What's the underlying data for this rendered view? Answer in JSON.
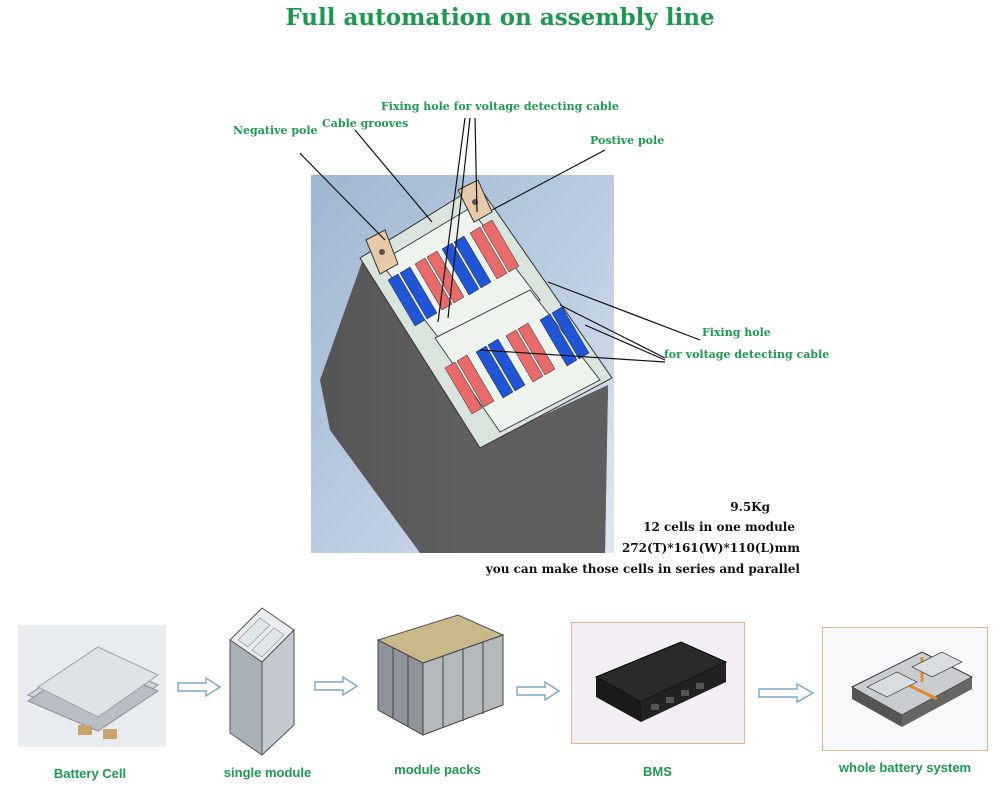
{
  "title": "Full automation on assembly line",
  "callouts": {
    "negative_pole": "Negative pole",
    "cable_grooves": "Cable grooves",
    "fixing_hole_top": "Fixing hole for voltage detecting cable",
    "positive_pole": "Postive pole",
    "fixing_hole_right_1": "Fixing hole",
    "fixing_hole_right_2": "for voltage detecting cable"
  },
  "specs": {
    "weight": "9.5Kg",
    "cells": "12 cells in one module",
    "dimensions": "272(T)*161(W)*110(L)mm",
    "note": "you can make those cells in series and parallel"
  },
  "steps": [
    {
      "label": "Battery Cell",
      "icon": "battery-cell-image"
    },
    {
      "label": "single module",
      "icon": "single-module-image"
    },
    {
      "label": "module packs",
      "icon": "module-pack-image"
    },
    {
      "label": "BMS",
      "icon": "bms-image"
    },
    {
      "label": "whole battery system",
      "icon": "battery-system-image"
    }
  ],
  "colors": {
    "accent_green": "#1a9a4e",
    "cell_blue": "#1f55d6",
    "cell_red": "#e05050"
  }
}
